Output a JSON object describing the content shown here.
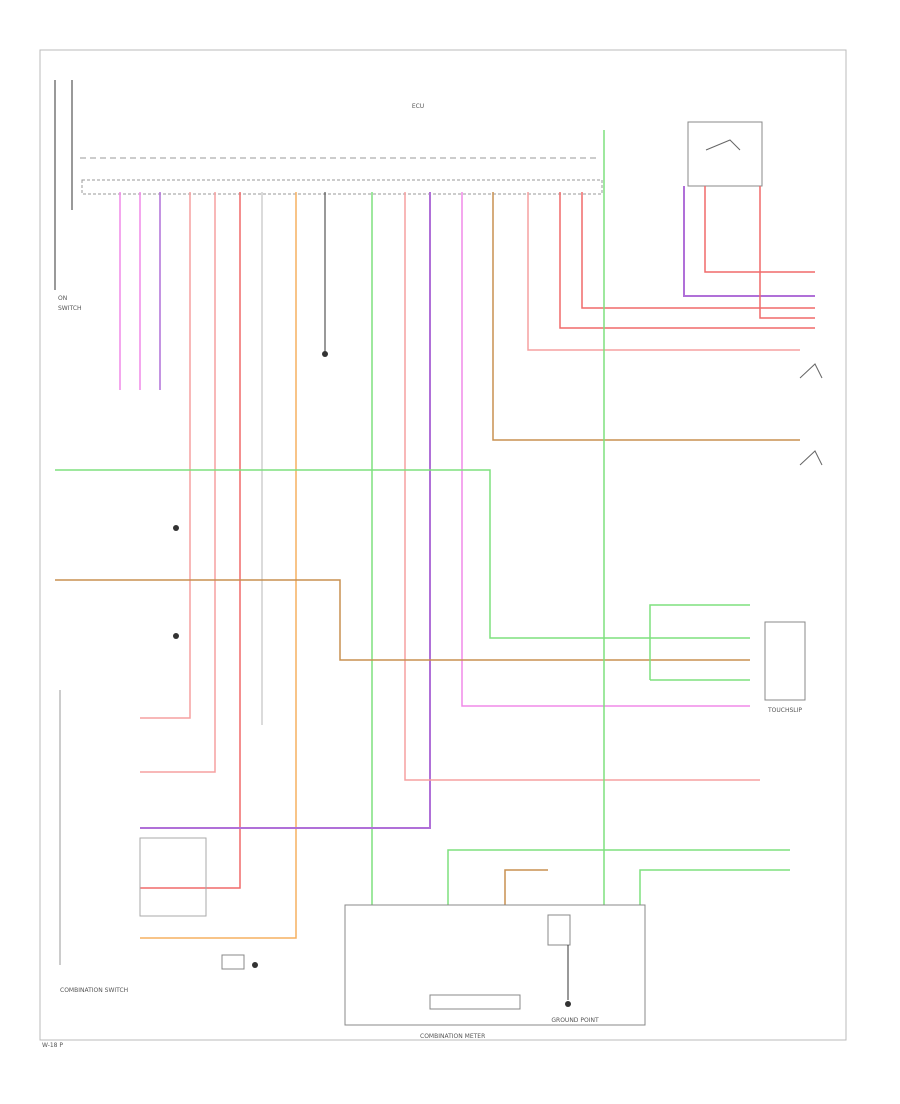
{
  "diagram": {
    "colors": {
      "green": "#7ee07e",
      "pink": "#f5a0a0",
      "red": "#f06a6a",
      "violet": "#b070d8",
      "orange": "#f6b060",
      "tan": "#c89050",
      "magenta": "#f08ae8",
      "black": "#333333",
      "gray": "#cfcfcf",
      "yellowgreen": "#c8e060"
    },
    "labels": {
      "component_upper_center": "ECU",
      "bottom_right_ground": "GROUND POINT",
      "bottom_center_caption": "COMBINATION METER",
      "bottom_left_caption": "COMBINATION SWITCH",
      "page_number": "W-18 P",
      "right_module": "TOUCHSLIP",
      "legend_1": "ON",
      "legend_2": "SWITCH"
    }
  }
}
